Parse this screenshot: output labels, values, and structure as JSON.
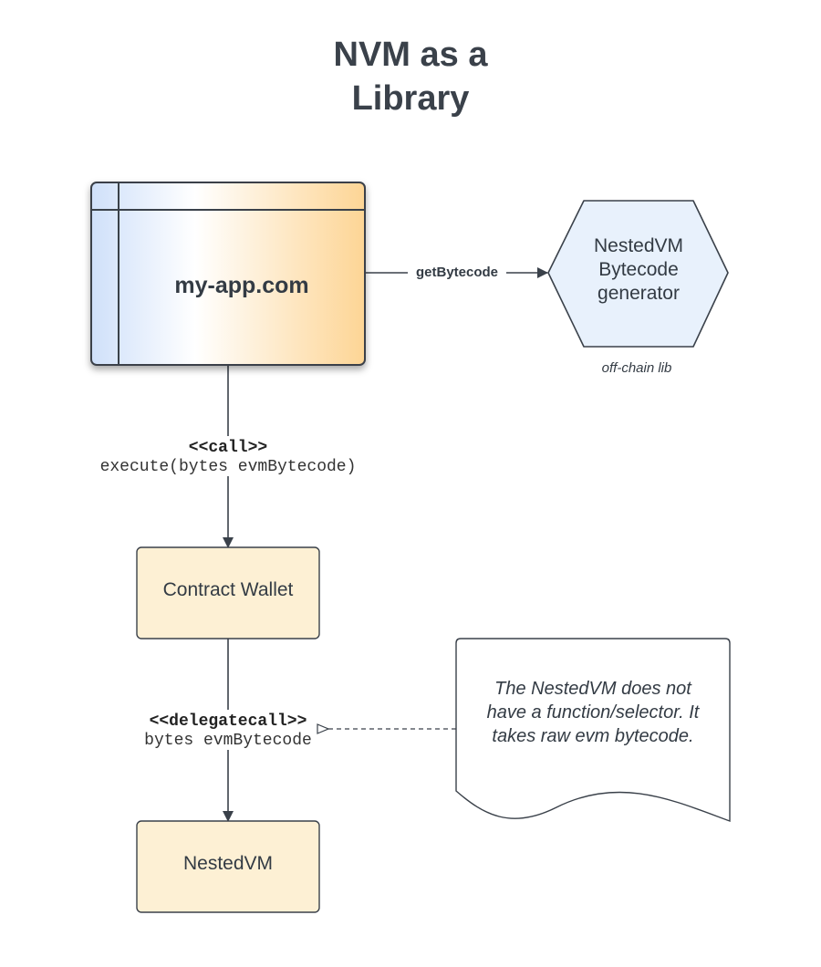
{
  "title": {
    "line1": "NVM as a",
    "line2": "Library"
  },
  "nodes": {
    "app": {
      "label": "my-app.com"
    },
    "generator": {
      "line1": "NestedVM",
      "line2": "Bytecode",
      "line3": "generator",
      "caption": "off-chain lib"
    },
    "wallet": {
      "label": "Contract Wallet"
    },
    "nestedvm": {
      "label": "NestedVM"
    }
  },
  "edges": {
    "get_bytecode": {
      "label": "getBytecode"
    },
    "call": {
      "stereotype": "<<call>>",
      "signature": "execute(bytes evmBytecode)"
    },
    "delegatecall": {
      "stereotype": "<<delegatecall>>",
      "signature": "bytes evmBytecode"
    }
  },
  "note": {
    "line1": "The NestedVM does not",
    "line2": "have a function/selector. It",
    "line3": "takes raw evm bytecode."
  },
  "colors": {
    "stroke": "#3a414a",
    "title": "#3a414a",
    "app_gradient_start": "#d4e5fb",
    "app_gradient_mid": "#ffffff",
    "app_gradient_end": "#fdd99a",
    "hexagon_fill": "#e8f1fc",
    "node_fill": "#fdf0d4"
  }
}
